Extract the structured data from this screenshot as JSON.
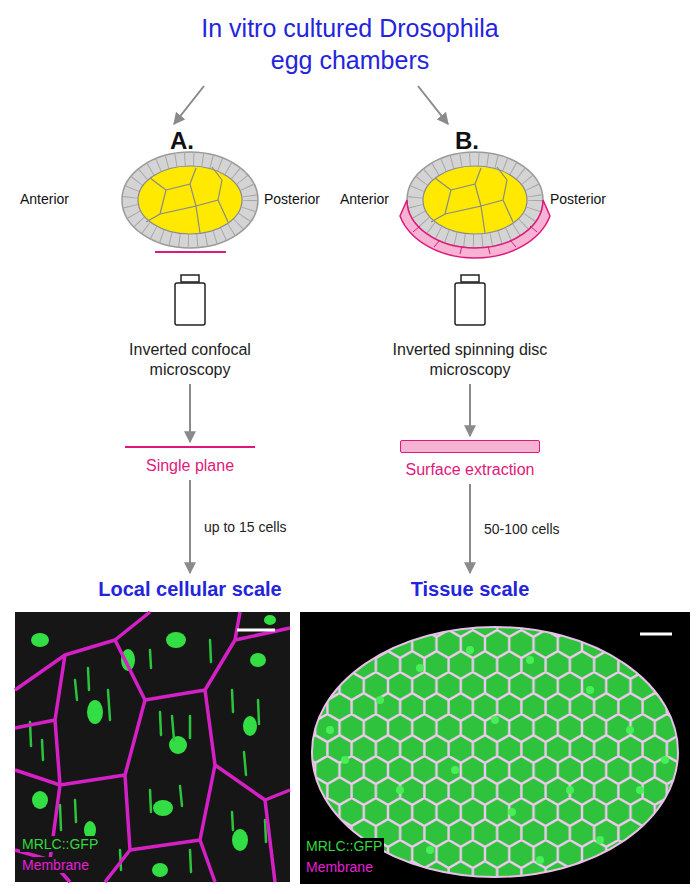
{
  "diagram": {
    "title": "In vitro cultured Drosophila egg chambers",
    "nodes": [
      {
        "text": [
          "Inverted confocal microscopy"
        ]
      },
      {
        "text": [
          "Single plane"
        ]
      },
      {
        "text": [
          "Local cellular scale"
        ]
      },
      {
        "text": [
          "Inverted spinning disc microscopy"
        ]
      },
      {
        "text": [
          "Surface extraction"
        ]
      },
      {
        "text": [
          "Tissue scale"
        ]
      }
    ],
    "edges": [
      {
        "from": 0,
        "to": 1,
        "arrow": "to"
      },
      {
        "from": 1,
        "to": 2,
        "arrow": "to",
        "label": "up to 15 cells"
      },
      {
        "from": 3,
        "to": 4,
        "arrow": "to"
      },
      {
        "from": 4,
        "to": 5,
        "arrow": "to",
        "label": "50-100 cells"
      }
    ],
    "labels": [
      "A.",
      "Anterior",
      "Posterior",
      "B.",
      "Anterior",
      "Posterior",
      "MRLC::GFP",
      "Membrane",
      "MRLC::GFP",
      "Membrane"
    ]
  }
}
